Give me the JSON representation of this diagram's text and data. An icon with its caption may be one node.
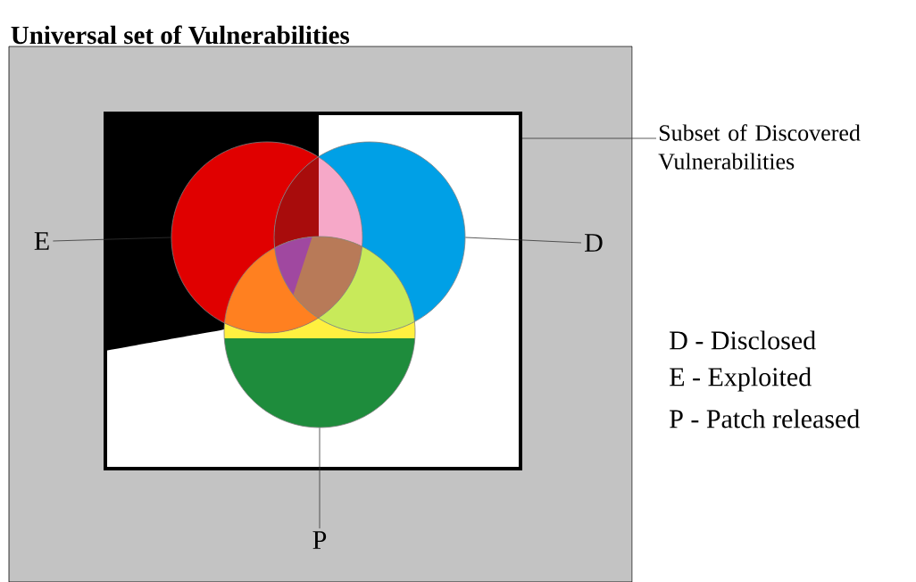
{
  "diagram": {
    "nodes": [
      {
        "text": [
          "Universal set of Vulnerabilities"
        ]
      },
      {
        "text": [],
        "shape": "box",
        "in": 0
      },
      {
        "text": [],
        "shape": "circle",
        "in": 1
      },
      {
        "text": [],
        "shape": "circle",
        "in": 1
      },
      {
        "text": [],
        "shape": "circle",
        "in": 1
      },
      {
        "text": [
          "Subset of Discovered Vulnerabilities"
        ]
      },
      {
        "text": [
          "E"
        ],
        "in": 0
      },
      {
        "text": [
          "D"
        ],
        "in": 0
      },
      {
        "text": [
          "P"
        ],
        "in": 0
      }
    ],
    "edges": [
      {
        "from": 5,
        "to": 1,
        "arrow": "none"
      },
      {
        "from": 6,
        "to": 2,
        "arrow": "none"
      },
      {
        "from": 7,
        "to": 3,
        "arrow": "none"
      },
      {
        "from": 8,
        "to": 4,
        "arrow": "none"
      }
    ],
    "labels": [
      "D - Disclosed",
      "E - Exploited",
      "P - Patch released"
    ]
  }
}
